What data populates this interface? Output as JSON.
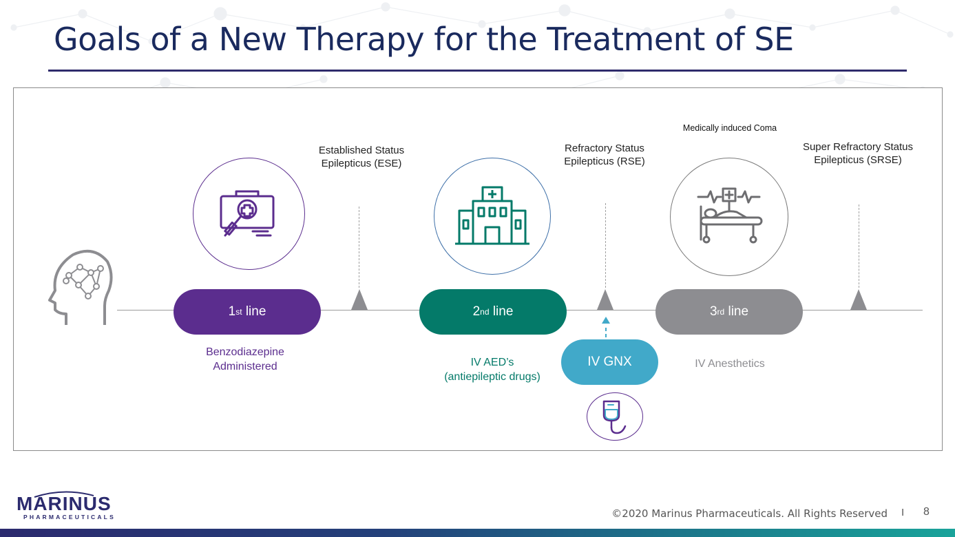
{
  "title": "Goals of a New Therapy for the Treatment of SE",
  "stages": [
    {
      "line1": "Established Status",
      "line2": "Epilepticus (ESE)"
    },
    {
      "line1": "Refractory Status",
      "line2": "Epilepticus (RSE)"
    },
    {
      "line1": "Super Refractory Status",
      "line2": "Epilepticus (SRSE)"
    }
  ],
  "coma_label": "Medically induced Coma",
  "lines": [
    {
      "num": "1",
      "sup": "st",
      "word": "line",
      "color": "#5b2d8e",
      "desc1": "Benzodiazepine",
      "desc2": "Administered",
      "icon": "first-aid-kit-syringe-icon"
    },
    {
      "num": "2",
      "sup": "nd",
      "word": "line",
      "color": "#047a69",
      "desc1": "IV AED’s",
      "desc2": "(antiepileptic drugs)",
      "icon": "hospital-icon"
    },
    {
      "num": "3",
      "sup": "rd",
      "word": "line",
      "color": "#8d8d91",
      "desc1": "IV Anesthetics",
      "icon": "hospital-bed-icon"
    }
  ],
  "gnx": {
    "label": "IV GNX",
    "color": "#41a9c9",
    "icon": "iv-bag-icon"
  },
  "head_icon": "brain-head-icon",
  "footer": {
    "copyright": "©2020 Marinus Pharmaceuticals. All Rights Reserved",
    "separator": "I",
    "page": "8"
  },
  "logo": {
    "word": "MARINUS",
    "sub": "PHARMACEUTICALS"
  }
}
